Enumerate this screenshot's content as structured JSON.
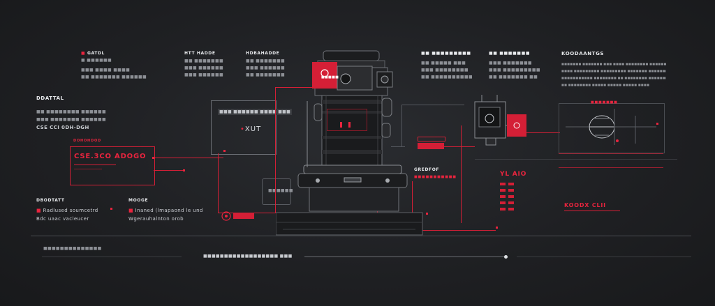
{
  "left_panel": {
    "col1": {
      "title": "GATDL",
      "lines": [
        "■ ■■■■■■",
        "■■■ ■■■■ ■■■■",
        "■■ ■■■■■■■ ■■■■■■"
      ]
    },
    "col2": {
      "title": "HTT HADDE",
      "lines": [
        "■■ ■■■■■■■",
        "■■■ ■■■■■■",
        "■■■ ■■■■■■"
      ]
    },
    "col3": {
      "title": "HDBAHADDE",
      "lines": [
        "■■ ■■■■■■■",
        "■■■ ■■■■■■",
        "■■ ■■■■■■■"
      ]
    },
    "spec": {
      "title": "DDATTAL",
      "lines": [
        "■■ ■■■■■■■■ ■■■■■■",
        "■■■ ■■■■■■■ ■■■■■■"
      ],
      "value": "CSE CCI 0DH-DGH"
    },
    "red_box": {
      "heading": "DOHOHDOD",
      "label": "CSE.3CO ADOGO"
    },
    "bottom_left": {
      "title": "DBODTATT",
      "lines": [
        "Radlused soumcetrd",
        "Bdc uaac vacleucer"
      ]
    },
    "bottom_mid": {
      "title": "MOOGE",
      "lines": [
        "Inaned (lmapaond le und",
        "Wgerauhalnton orob"
      ]
    },
    "center_left_title": "■■■ ■■■■■■ ■■■■ ■■■",
    "center_left_label": "XUT",
    "mini_box_title": "■■■■■■",
    "footer_left_label": "■■■■■■■■■■■■■■",
    "footer_mid_label": "■■■■■■■■■■■■■■■■■■ ■■■"
  },
  "camera": {
    "red_label_top": "■■■■■",
    "side_label_title": "GREDFOF",
    "side_label_sub": "■■■■■■■■■■■"
  },
  "right_panel": {
    "col1": {
      "title": "■■ ■■■■■■■■■",
      "lines": [
        "■■ ■■■■■ ■■■",
        "■■■ ■■■■■■■■",
        "■■ ■■■■■■■■■■"
      ]
    },
    "col2": {
      "title": "■■ ■■■■■■■",
      "lines": [
        "■■■ ■■■■■■■",
        "■■■ ■■■■■■■■■",
        "■■ ■■■■■■■ ■■"
      ]
    },
    "desc": {
      "title": "KOODAANTGS",
      "lines": [
        "■■■■■■■ ■■■■■■■ ■■■ ■■■■ ■■■■■■■■ ■■■■■■■■ ■ ■■■■■ ■■■■■■ ■■■■■ ■■■■■",
        "■■■■ ■■■■■■■■■ ■■■■■■■■■ ■■■■■■■ ■■■■■■■■ ■■■■■■■■ ■■■■■■■■■ ■■■■",
        "■■■■■■■■■■■ ■■■■■■■■ ■■ ■■■■■■■■ ■■■■■■■■■ ■■■■■ ■■■■■■■■ ■■■■■■■",
        "■■ ■■■■■■■■ ■■■■■ ■■■■■ ■■■■■ ■■■■"
      ]
    },
    "red_readout": "YL AIO",
    "red_label": "KOODX CLII",
    "schematic_title": "■■■■■■■"
  },
  "accent_color": "#e8243e"
}
